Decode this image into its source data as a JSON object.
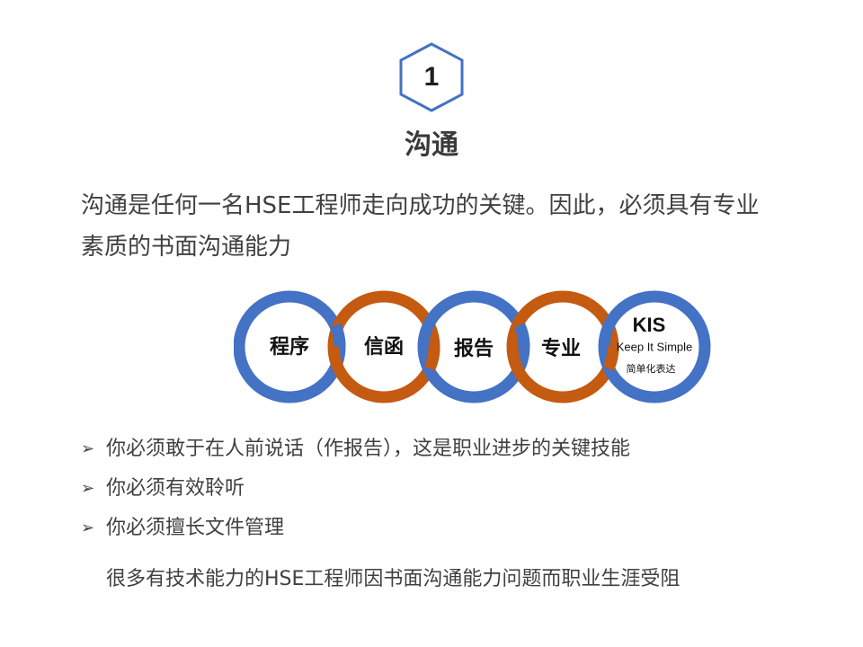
{
  "badge": {
    "number": "1"
  },
  "title": "沟通",
  "intro": {
    "line1": "沟通是任何一名HSE工程师走向成功的关键。因此，必须具有专业",
    "line2": "素质的书面沟通能力"
  },
  "rings": [
    {
      "label": "程序",
      "color": "#4472C4"
    },
    {
      "label": "信函",
      "color": "#C55A11"
    },
    {
      "label": "报告",
      "color": "#4472C4"
    },
    {
      "label": "专业",
      "color": "#C55A11"
    },
    {
      "label": "KIS",
      "sub": "Keep It Simple",
      "cn": "简单化表达",
      "color": "#4472C4"
    }
  ],
  "bullets": [
    {
      "icon": "arrow-bullet-icon",
      "text": "你必须敢于在人前说话（作报告），这是职业进步的关键技能"
    },
    {
      "icon": "arrow-bullet-icon",
      "text": "你必须有效聆听"
    },
    {
      "icon": "arrow-bullet-icon",
      "text": "你必须擅长文件管理"
    }
  ],
  "footer": "很多有技术能力的HSE工程师因书面沟通能力问题而职业生涯受阻",
  "colors": {
    "blue": "#4472C4",
    "orange": "#C55A11",
    "text": "#404040"
  }
}
